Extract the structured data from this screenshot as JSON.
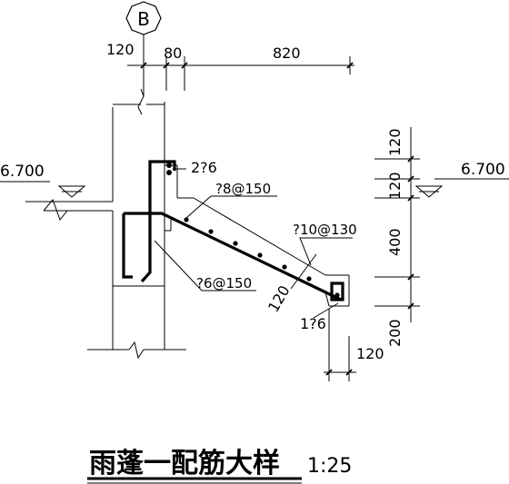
{
  "axis": {
    "label": "B"
  },
  "dims": {
    "left_offset": "120",
    "top_small": "80",
    "top_main": "820",
    "right_120_top": "120",
    "right_120_mid": "120",
    "right_400": "400",
    "right_200": "200",
    "bottom_120": "120",
    "slab_thickness": "120"
  },
  "elevations": {
    "left": "6.700",
    "right": "6.700"
  },
  "rebar_labels": {
    "top_bars": "2?6",
    "slab_distribution": "?8@150",
    "main_bars": "?10@130",
    "stirrups": "?6@150",
    "tip_bar": "1?6"
  },
  "title": {
    "main": "雨蓬一配筋大样",
    "scale": "1:25"
  }
}
